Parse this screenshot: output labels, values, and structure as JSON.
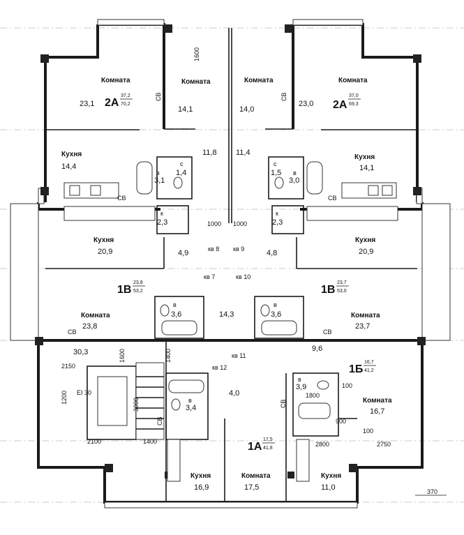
{
  "apartments": [
    {
      "code": "2A",
      "living": "37,2",
      "total": "70,2"
    },
    {
      "code": "2A",
      "living": "37,0",
      "total": "69,3"
    },
    {
      "code": "1B",
      "living": "23,8",
      "total": "53,2"
    },
    {
      "code": "1B",
      "living": "23,7",
      "total": "53,0"
    },
    {
      "code": "1Б",
      "living": "16,7",
      "total": "41,2"
    },
    {
      "code": "1A",
      "living": "17,5",
      "total": "41,8"
    }
  ],
  "rooms": {
    "room": "Комната",
    "kitchen": "Кухня",
    "bath": "в",
    "toilet": "с",
    "pantry": "к"
  },
  "areas": {
    "a1": "23,1",
    "a2": "14,1",
    "a3": "14,0",
    "a4": "23,0",
    "a5": "14,4",
    "a6": "11,8",
    "a7": "11,4",
    "a8": "14,1",
    "a9": "1,4",
    "a10": "3,1",
    "a11": "1,5",
    "a12": "3,0",
    "a13": "2,3",
    "a14": "2,3",
    "a15": "20,9",
    "a16": "4,9",
    "a17": "4,8",
    "a18": "20,9",
    "a19": "3,6",
    "a20": "14,3",
    "a21": "3,6",
    "a22": "23,8",
    "a23": "23,7",
    "a24": "30,3",
    "a25": "9,6",
    "a26": "4,0",
    "a27": "3,4",
    "a28": "3,9",
    "a29": "16,7",
    "a30": "16,9",
    "a31": "17,5",
    "a32": "11,0"
  },
  "labels": {
    "sv": "СВ",
    "kv7": "кв 7",
    "kv8": "кв 8",
    "kv9": "кв 9",
    "kv10": "кв 10",
    "kv11": "кв 11",
    "kv12": "кв 12",
    "ei30": "EI 30"
  },
  "dimensions": {
    "d1600a": "1600",
    "d1000a": "1000",
    "d1000b": "1000",
    "d1600b": "1600",
    "d1400a": "1400",
    "d2150": "2150",
    "d1200": "1200",
    "d3000": "3000",
    "d2100": "2100",
    "d1400b": "1400",
    "d1800": "1800",
    "d900": "900",
    "d100a": "100",
    "d100b": "100",
    "d2800": "2800",
    "d2750": "2750",
    "d370": "370"
  }
}
